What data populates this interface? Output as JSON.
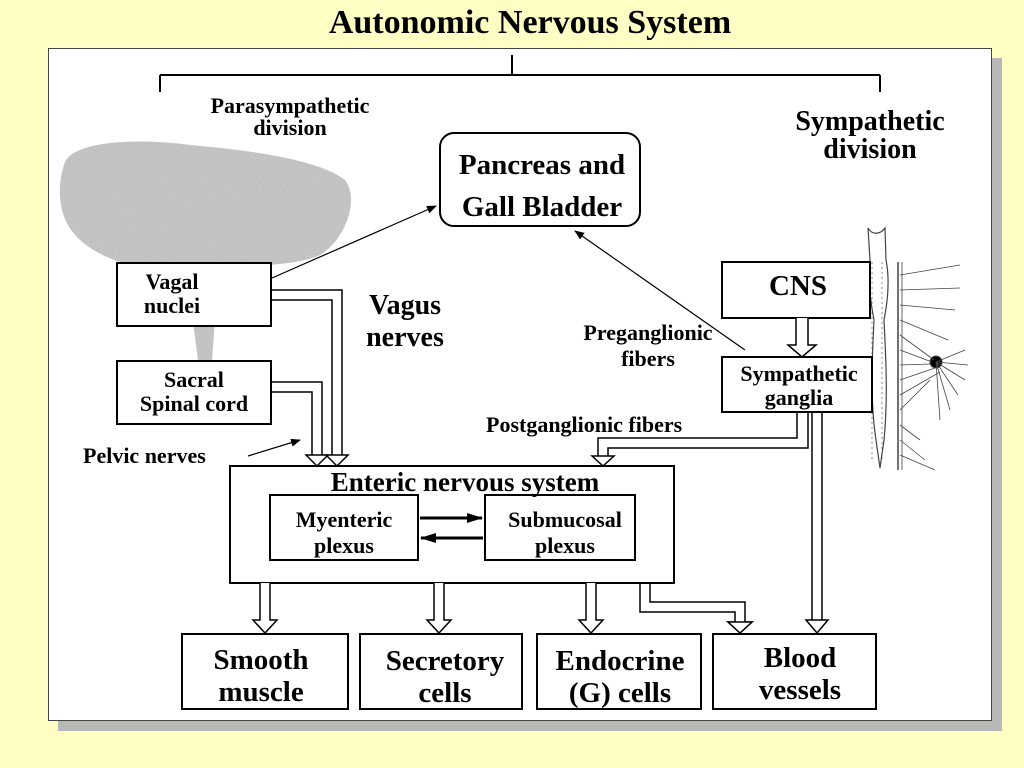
{
  "title": "Autonomic Nervous System",
  "divisions": {
    "parasympathetic": [
      "Parasympathetic",
      "division"
    ],
    "sympathetic": [
      "Sympathetic",
      "division"
    ]
  },
  "nodes": {
    "pancreas": [
      "Pancreas and",
      "Gall Bladder"
    ],
    "vagal_nuclei": [
      "Vagal",
      "nuclei"
    ],
    "sacral": [
      "Sacral",
      "Spinal cord"
    ],
    "cns": "CNS",
    "sympathetic_ganglia": [
      "Sympathetic",
      "ganglia"
    ],
    "enteric": "Enteric nervous system",
    "myenteric": [
      "Myenteric",
      "plexus"
    ],
    "submucosal": [
      "Submucosal",
      "plexus"
    ],
    "smooth_muscle": [
      "Smooth",
      "muscle"
    ],
    "secretory": [
      "Secretory",
      "cells"
    ],
    "endocrine": [
      "Endocrine",
      "(G) cells"
    ],
    "blood_vessels": [
      "Blood",
      "vessels"
    ]
  },
  "labels": {
    "vagus": [
      "Vagus",
      "nerves"
    ],
    "preganglionic": [
      "Preganglionic",
      "fibers"
    ],
    "postganglionic": "Postganglionic fibers",
    "pelvic": "Pelvic nerves"
  }
}
